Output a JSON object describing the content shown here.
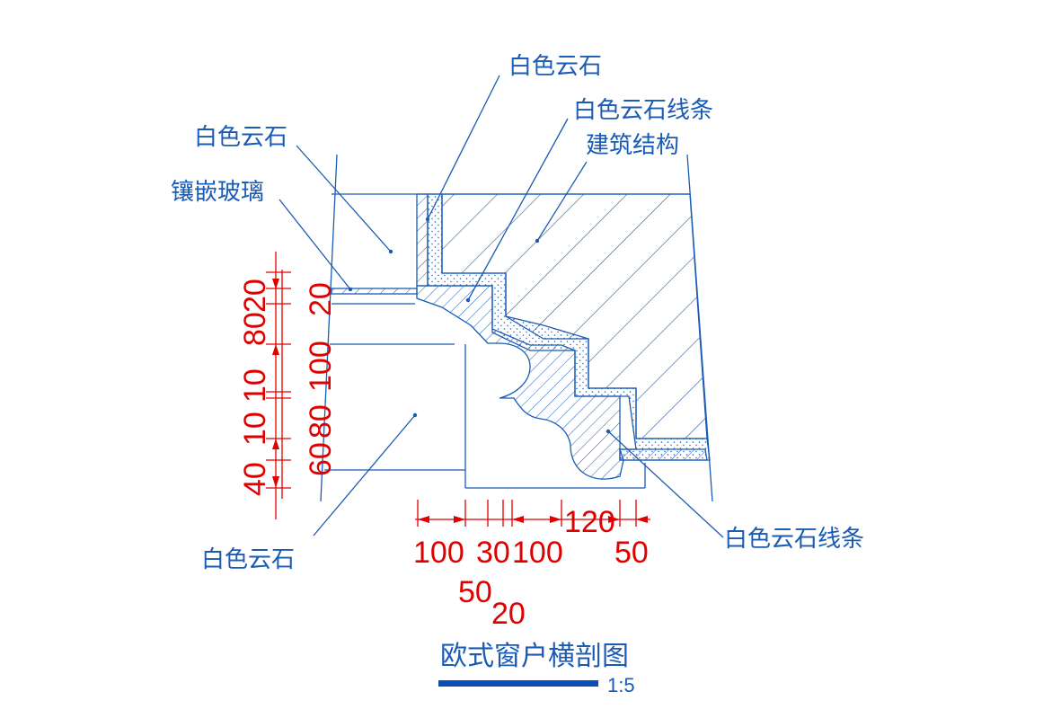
{
  "labels": {
    "stone_top": "白色云石",
    "stone_left": "白色云石",
    "glass": "镶嵌玻璃",
    "molding_top": "白色云石线条",
    "structure": "建筑结构",
    "stone_bottom": "白色云石",
    "molding_bottom": "白色云石线条"
  },
  "dims_vertical": {
    "d1": "20",
    "d2": "80",
    "d3": "10",
    "d4": "10",
    "d5": "40",
    "d6": "20",
    "d7": "100",
    "d8": "80",
    "d9": "60"
  },
  "dims_horizontal": {
    "h1": "100",
    "h2": "30",
    "h3": "100",
    "h4": "120",
    "h5": "50",
    "h6": "50",
    "h7": "20"
  },
  "title": "欧式窗户横剖图",
  "scale": "1:5",
  "colors": {
    "linework": "#1a5bb5",
    "dimensions": "#e00000",
    "background": "#ffffff"
  }
}
